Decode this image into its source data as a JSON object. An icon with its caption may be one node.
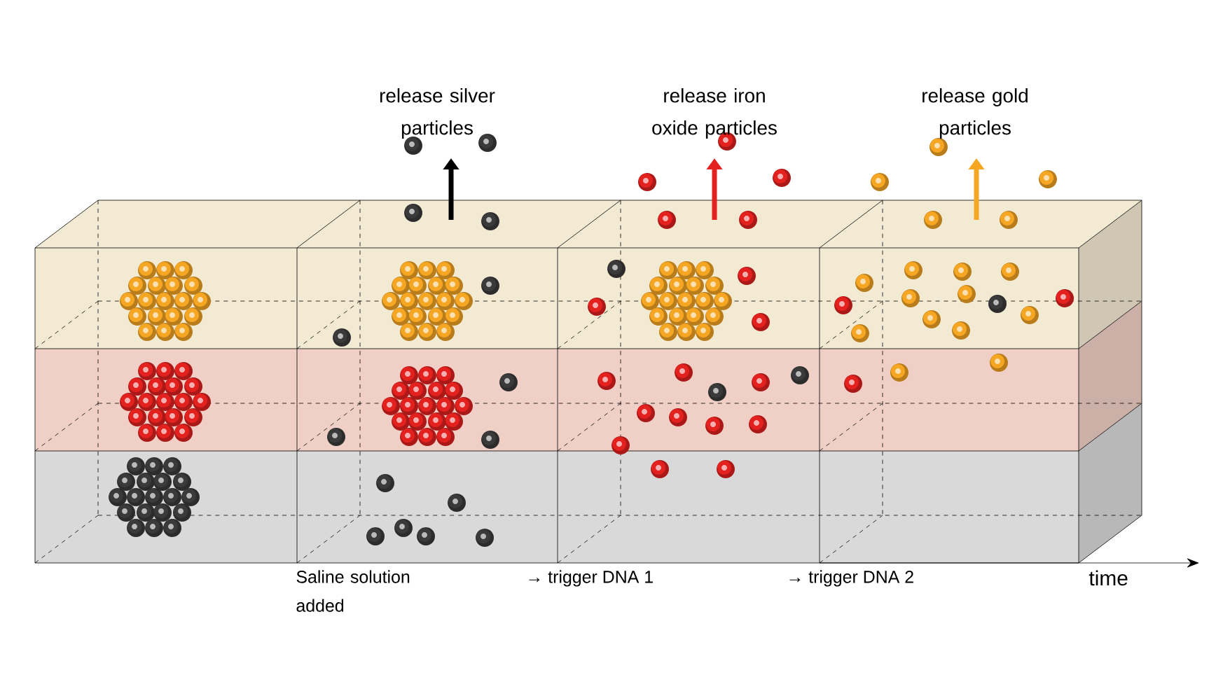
{
  "diagram": {
    "labels": [
      "release silver particles",
      "release iron oxide particles",
      "release gold particles",
      "Saline solution added",
      "→ trigger DNA 1",
      "→ trigger DNA 2",
      "time"
    ]
  }
}
